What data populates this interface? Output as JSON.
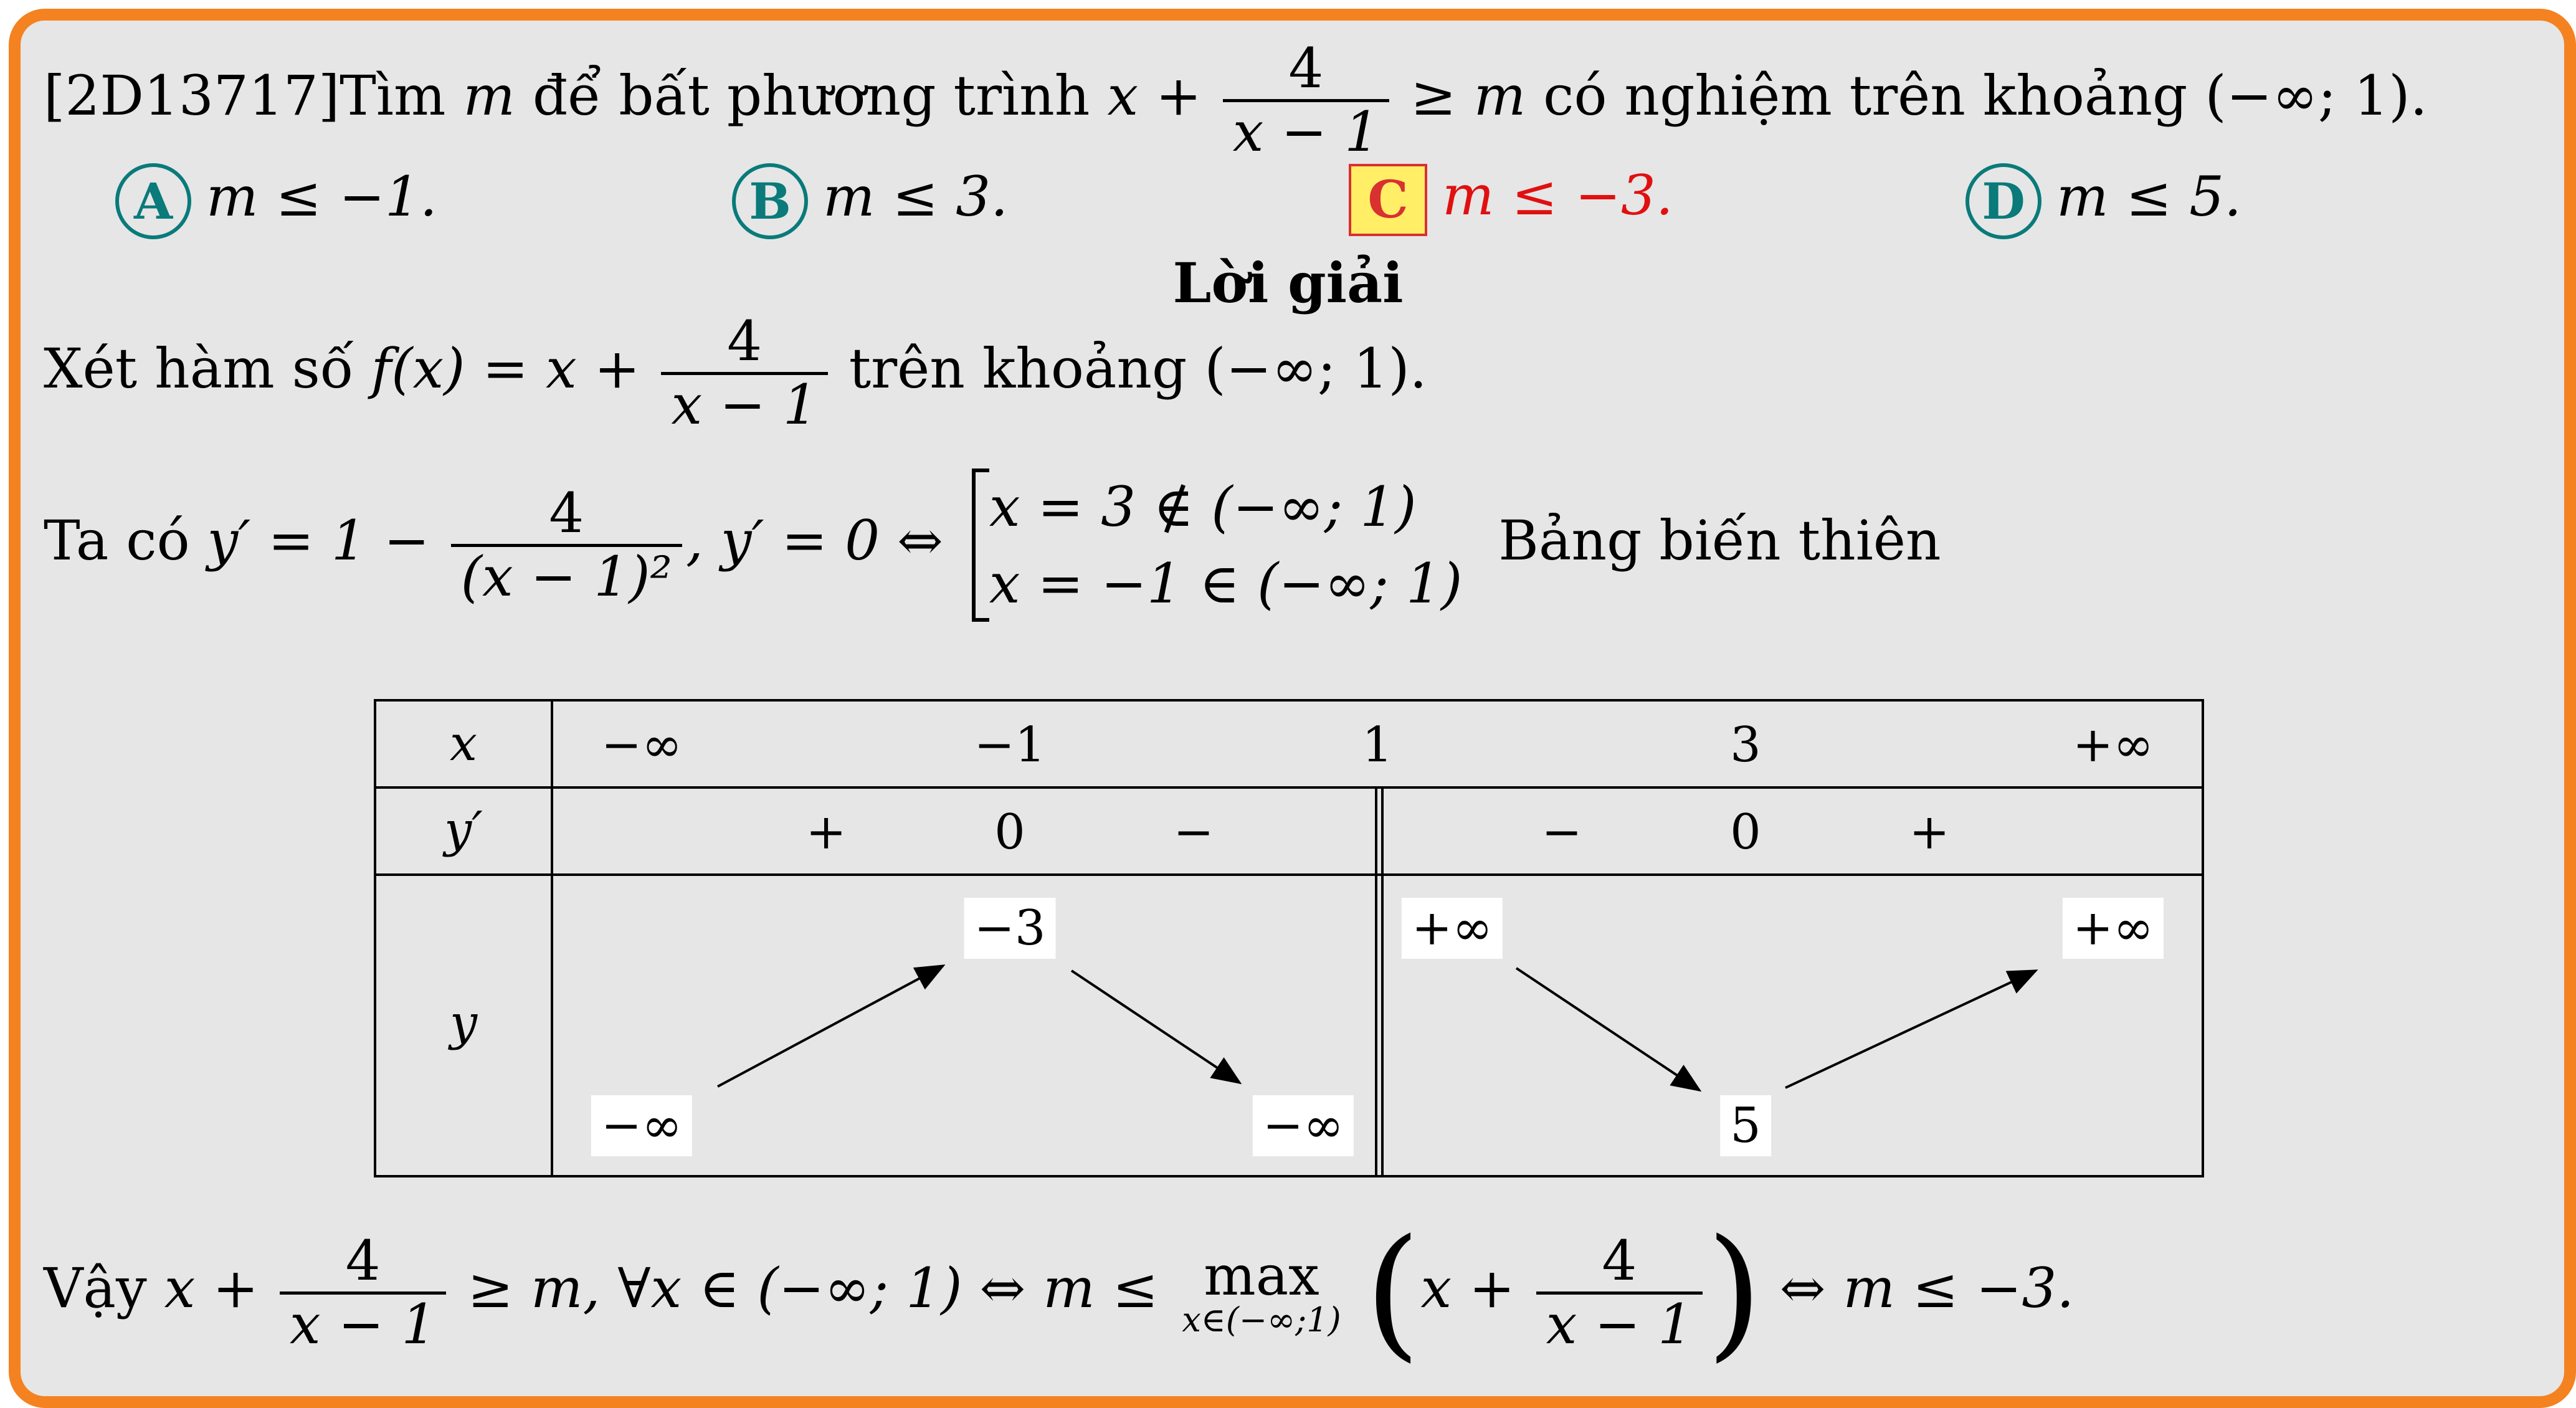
{
  "problem": {
    "id": "[2D13717]",
    "text_before": "Tìm ",
    "var_m": "m",
    "text_mid": " để bất phương trình ",
    "expr_x": "x",
    "frac_num": "4",
    "frac_den": "x − 1",
    "ineq": "≥ m",
    "text_after": " có nghiệm trên khoảng (−∞; 1)."
  },
  "options": [
    {
      "letter": "A",
      "text": "m ≤ −1."
    },
    {
      "letter": "B",
      "text": "m ≤ 3."
    },
    {
      "letter": "C",
      "text": "m ≤ −3."
    },
    {
      "letter": "D",
      "text": "m ≤ 5."
    }
  ],
  "solution_title": "Lời giải",
  "step1": {
    "text_before": "Xét hàm số ",
    "fx": "f(x) = x +",
    "frac_num": "4",
    "frac_den": "x − 1",
    "text_after": " trên khoảng (−∞; 1)."
  },
  "step2": {
    "text_before": "Ta có ",
    "deriv": "y′ = 1 −",
    "frac_num": "4",
    "frac_den": "(x − 1)²",
    "mid": ",  y′ = 0 ⇔",
    "case1": "x = 3 ∉ (−∞; 1)",
    "case2": "x = −1 ∈ (−∞; 1)",
    "text_after": "Bảng biến thiên"
  },
  "table": {
    "row_x_label": "x",
    "row_yp_label": "y′",
    "row_y_label": "y",
    "x_values": [
      "−∞",
      "−1",
      "1",
      "3",
      "+∞"
    ],
    "yp_signs": [
      "+",
      "0",
      "−",
      "−",
      "0",
      "+"
    ],
    "y_values": [
      "−∞",
      "−3",
      "−∞",
      "+∞",
      "5",
      "+∞"
    ]
  },
  "conclusion": {
    "text_before": "Vậy ",
    "expr": "x +",
    "frac_num": "4",
    "frac_den": "x − 1",
    "mid": "≥ m, ∀x ∈ (−∞; 1) ⇔ m ≤",
    "max_label": "max",
    "max_sub": "x∈(−∞;1)",
    "inner_expr": "x +",
    "inner_num": "4",
    "inner_den": "x − 1",
    "end": "⇔ m ≤ −3."
  }
}
